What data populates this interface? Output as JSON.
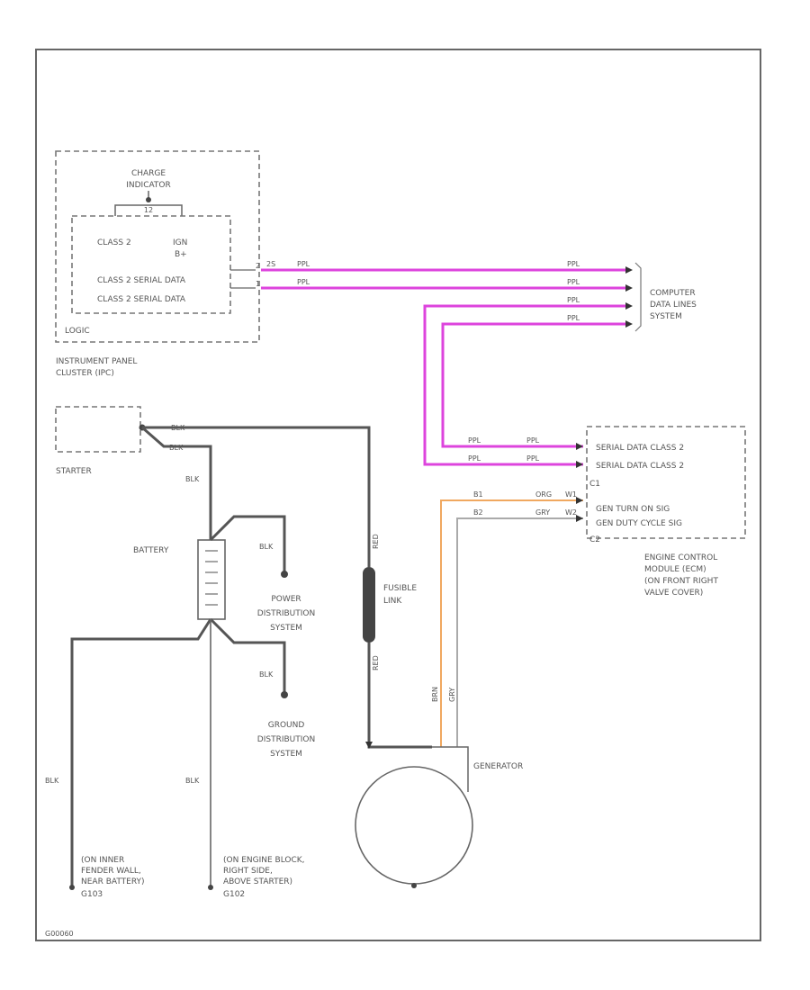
{
  "ipc": {
    "charge_indicator": [
      "CHARGE",
      "INDICATOR"
    ],
    "indicator_pin": "12",
    "class2": "CLASS 2",
    "ign": "IGN",
    "bplus": "B+",
    "serial_data_1": "CLASS 2 SERIAL DATA",
    "serial_data_2": "CLASS 2 SERIAL DATA",
    "logic": "LOGIC",
    "title": [
      "INSTRUMENT PANEL",
      "CLUSTER (IPC)"
    ],
    "pin_a": "2",
    "pin_b": "1"
  },
  "computer_data": [
    "COMPUTER",
    "DATA LINES",
    "SYSTEM"
  ],
  "ecm": {
    "serial_data_1": "SERIAL DATA CLASS 2",
    "serial_data_2": "SERIAL DATA CLASS 2",
    "connector_c1": "C1",
    "gen_turn_on": "GEN TURN ON SIG",
    "gen_duty": "GEN DUTY CYCLE SIG",
    "connector_c2": "C2",
    "title": [
      "ENGINE CONTROL",
      "MODULE (ECM)",
      "(ON FRONT RIGHT",
      "VALVE COVER)"
    ]
  },
  "starter": "STARTER",
  "battery": "BATTERY",
  "power_dist": [
    "POWER",
    "DISTRIBUTION",
    "SYSTEM"
  ],
  "ground_dist": [
    "GROUND",
    "DISTRIBUTION",
    "SYSTEM"
  ],
  "fusible_link": [
    "FUSIBLE",
    "LINK"
  ],
  "generator": "GENERATOR",
  "ground_left": [
    "(ON INNER",
    "FENDER WALL,",
    "NEAR BATTERY)",
    "G103"
  ],
  "ground_right": [
    "(ON ENGINE BLOCK,",
    "RIGHT SIDE,",
    "ABOVE STARTER)",
    "G102"
  ],
  "wire_labels": {
    "blk": "BLK",
    "ppl": "PPL",
    "gry": "GRY",
    "brn": "BRN",
    "org": "ORG",
    "red": "RED"
  },
  "pin_labels": {
    "ppl_pin_top": "2S",
    "ecm_pin_1": "W1",
    "ecm_pin_2": "W2",
    "ecm_pin_3": "B1",
    "ecm_pin_4": "B2"
  },
  "footer_code": "G00060"
}
